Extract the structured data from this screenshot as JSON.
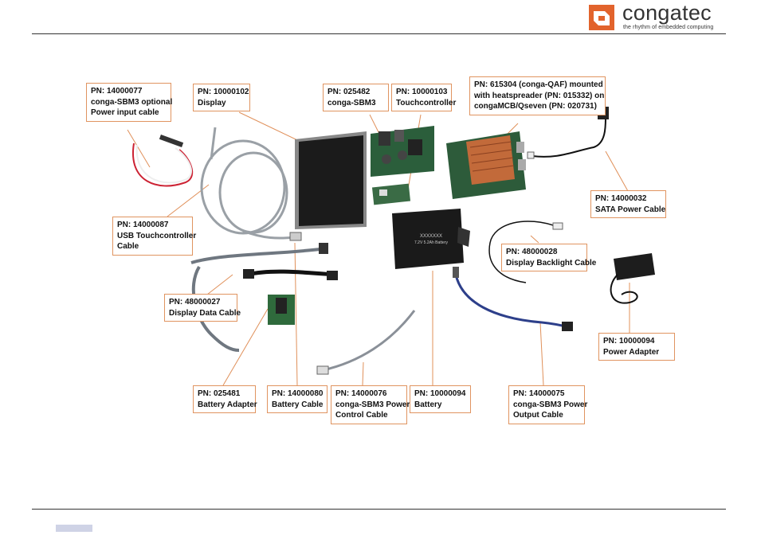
{
  "header": {
    "brand": "congatec",
    "tagline": "the rhythm of embedded computing",
    "logo_color": "#e2632c"
  },
  "labels": [
    {
      "id": "sbm3-power-input-cable",
      "lines": [
        "PN: 14000077",
        "conga-SBM3 optional",
        "Power input cable"
      ]
    },
    {
      "id": "display",
      "lines": [
        "PN: 10000102",
        "Display"
      ]
    },
    {
      "id": "conga-sbm3",
      "lines": [
        "PN: 025482",
        "conga-SBM3"
      ]
    },
    {
      "id": "touchcontroller",
      "lines": [
        "PN: 10000103",
        "Touchcontroller"
      ]
    },
    {
      "id": "conga-qaf-module",
      "lines": [
        "PN: 615304 (conga-QAF) mounted",
        "with heatspreader (PN: 015332) on",
        "congaMCB/Qseven (PN: 020731)"
      ]
    },
    {
      "id": "sata-power-cable",
      "lines": [
        "PN: 14000032",
        "SATA Power Cable"
      ]
    },
    {
      "id": "usb-touchcontroller-cable",
      "lines": [
        "PN: 14000087",
        "USB Touchcontroller",
        "Cable"
      ]
    },
    {
      "id": "display-backlight-cable",
      "lines": [
        "PN: 48000028",
        "Display Backlight Cable"
      ]
    },
    {
      "id": "display-data-cable",
      "lines": [
        "PN: 48000027",
        "Display Data Cable"
      ]
    },
    {
      "id": "power-adapter",
      "lines": [
        "PN: 10000094",
        "Power Adapter"
      ]
    },
    {
      "id": "battery-adapter",
      "lines": [
        "PN: 025481",
        "Battery Adapter"
      ]
    },
    {
      "id": "battery-cable",
      "lines": [
        "PN: 14000080",
        "Battery Cable"
      ]
    },
    {
      "id": "sbm3-power-control-cable",
      "lines": [
        "PN: 14000076",
        "conga-SBM3 Power",
        "Control Cable"
      ]
    },
    {
      "id": "battery",
      "lines": [
        "PN: 10000094",
        "Battery"
      ]
    },
    {
      "id": "sbm3-power-output-cable",
      "lines": [
        "PN: 14000075",
        "conga-SBM3 Power",
        "Output Cable"
      ]
    }
  ],
  "battery_print": {
    "line1": "XXXXXXX",
    "line2": "7.2V 5.2Ah Battery"
  }
}
